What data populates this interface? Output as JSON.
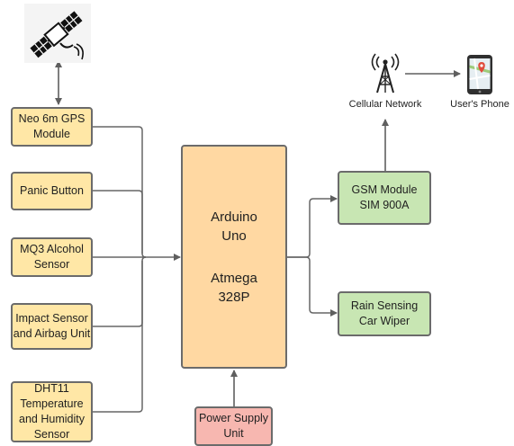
{
  "blocks": {
    "gps": "Neo 6m GPS\nModule",
    "panic": "Panic Button",
    "mq3": "MQ3 Alcohol\nSensor",
    "impact": "Impact Sensor\nand Airbag Unit",
    "dht11": "DHT11\nTemperature\nand Humidity\nSensor",
    "arduino_line1": "Arduino",
    "arduino_line2": "Uno",
    "arduino_line3": "Atmega",
    "arduino_line4": "328P",
    "gsm": "GSM Module\nSIM 900A",
    "rain": "Rain Sensing\nCar Wiper",
    "power": "Power Supply\nUnit"
  },
  "labels": {
    "cellular": "Cellular Network",
    "phone": "User's Phone"
  },
  "icons": {
    "satellite": "satellite-icon",
    "tower": "cell-tower-icon",
    "phone": "smartphone-icon"
  },
  "colors": {
    "input_blocks": "#ffe7a6",
    "controller": "#ffd8a2",
    "output_blocks": "#c8e6b3",
    "power": "#f7b7b0",
    "border": "#6b6b6b",
    "wire": "#666666"
  }
}
